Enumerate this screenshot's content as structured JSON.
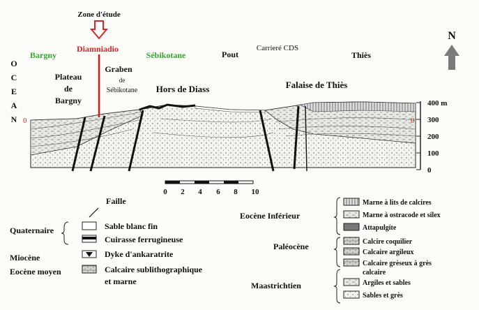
{
  "section": {
    "study_zone": "Zone d'étude",
    "ocean_letters": [
      "O",
      "C",
      "E",
      "A",
      "N"
    ],
    "north": "N",
    "places": {
      "bargny": "Bargny",
      "diamniadio": "Diamniadio",
      "sebikotane": "Sébikotane",
      "pout": "Pout",
      "carriere": "Carrieré CDS",
      "thies": "Thiès"
    },
    "units": {
      "plateau_1": "Plateau",
      "plateau_2": "de",
      "plateau_3": "Bargny",
      "graben_1": "Graben",
      "graben_2": "de",
      "graben_3": "Sébikotane",
      "horst": "Hors de Diass",
      "falaise": "Falaise de Thiès"
    },
    "sea_level_left": "0",
    "sea_level_right": "0",
    "elevation_ticks": [
      "400 m",
      "300",
      "200",
      "100",
      "0"
    ],
    "scale_ticks": [
      "0",
      "2",
      "4",
      "6",
      "8",
      "10"
    ],
    "colors": {
      "place_green": "#3aa535",
      "place_red": "#d9262b",
      "fault_red": "#cc1f1f",
      "north_arrow": "#7a7a7a"
    }
  },
  "legend": {
    "faille": "Faille",
    "quaternaire": "Quaternaire",
    "sable": "Sable blanc fin",
    "cuirasse": "Cuirasse ferrugineuse",
    "miocene": "Miocène",
    "dyke": "Dyke d'ankaratrite",
    "eocene_moyen": "Eocène moyen",
    "calcaire_sub_1": "Calcaire sublithographique",
    "calcaire_sub_2": "et marne",
    "eocene_inferieur": "Eocène Inférieur",
    "marne_lits": "Marne à lits de calcires",
    "marne_ostracode": "Marne à ostracode et silex",
    "attapulgite": "Attapulgite",
    "paleocene": "Paléocène",
    "calcaire_coquilier": "Calcire coquilier",
    "calcaire_argileux": "Calcaire argileux",
    "calcaire_greseux": "Calcaire grèseux à grès",
    "calcaire_word": "calcaire",
    "maastrichtien": "Maastrichtien",
    "argiles": "Argiles et sables",
    "sables_gres": "Sables et grès"
  }
}
